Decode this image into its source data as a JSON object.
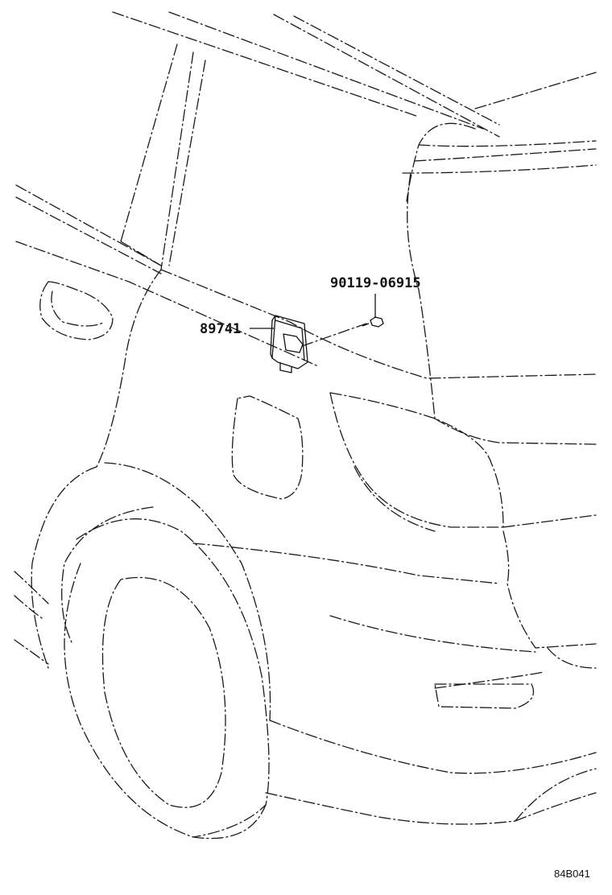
{
  "diagram": {
    "parts": [
      {
        "number": "89741",
        "role": "module"
      },
      {
        "number": "90119-06915",
        "role": "bolt"
      }
    ],
    "reference_code": "84B041"
  }
}
